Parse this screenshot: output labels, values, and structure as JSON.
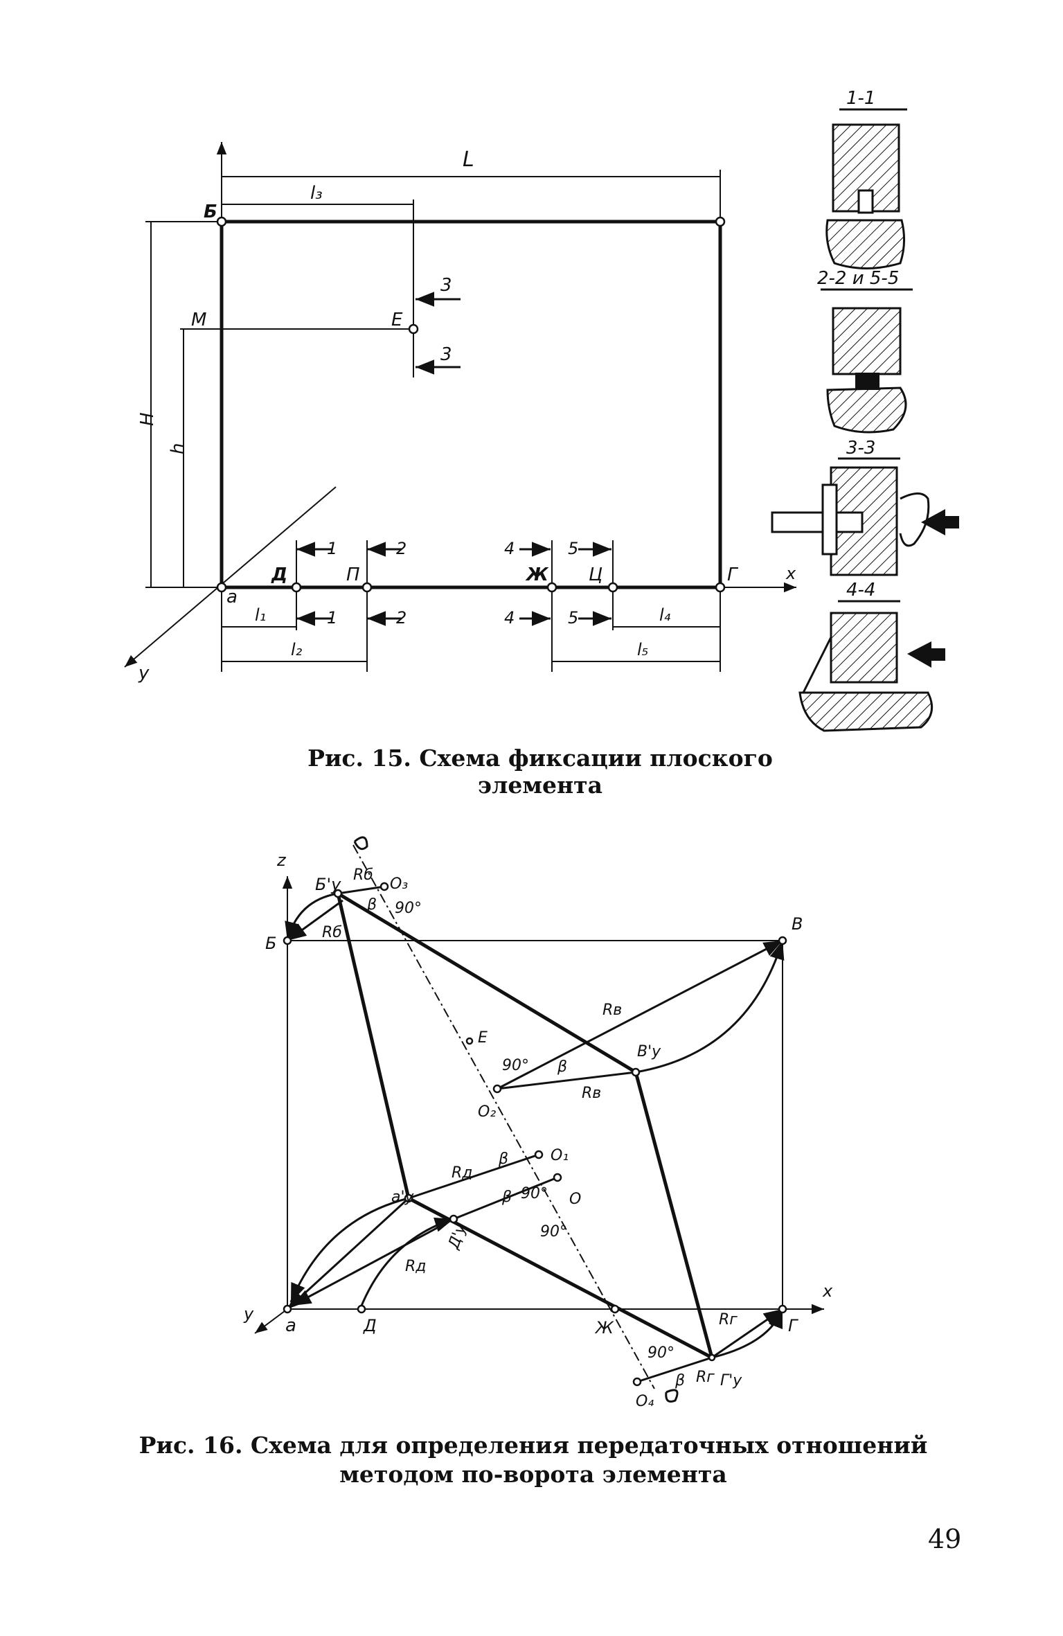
{
  "fig15": {
    "caption": "Рис. 15. Схема фиксации плоского элемента",
    "labels": {
      "L": "L",
      "l3": "l₃",
      "B": "Б",
      "M": "М",
      "E": "Е",
      "H": "H",
      "h": "h",
      "a": "а",
      "D": "Д",
      "P": "П",
      "Zh": "Ж",
      "Ts": "Ц",
      "G": "Г",
      "x": "x",
      "y": "y",
      "l1": "l₁",
      "l2": "l₂",
      "l4": "l₄",
      "l5": "l₅",
      "s1": "1",
      "s2": "2",
      "s3": "3",
      "s4": "4",
      "s5": "5"
    },
    "sections": {
      "s11": "1-1",
      "s22": "2-2 и 5-5",
      "s33": "3-3",
      "s44": "4-4"
    }
  },
  "fig16": {
    "caption": "Рис. 16. Схема для определения передаточных отношений методом по-ворота элемента",
    "labels": {
      "z": "z",
      "B": "Б",
      "By": "Б'у",
      "Rb": "Rб",
      "O3": "O₃",
      "deg90": "90°",
      "beta": "β",
      "V": "В",
      "Rv": "Rв",
      "Vy": "В'у",
      "E": "Е",
      "O2": "O₂",
      "O1": "O₁",
      "O": "O",
      "ay": "а'у",
      "Ra": "Rд",
      "Dy": "Д'у",
      "y": "y",
      "a": "а",
      "D": "Д",
      "Zh": "Ж",
      "G": "Г",
      "x": "x",
      "Rg": "Rг",
      "Gy": "Г'у",
      "O4": "O₄"
    }
  },
  "page_number": "49"
}
